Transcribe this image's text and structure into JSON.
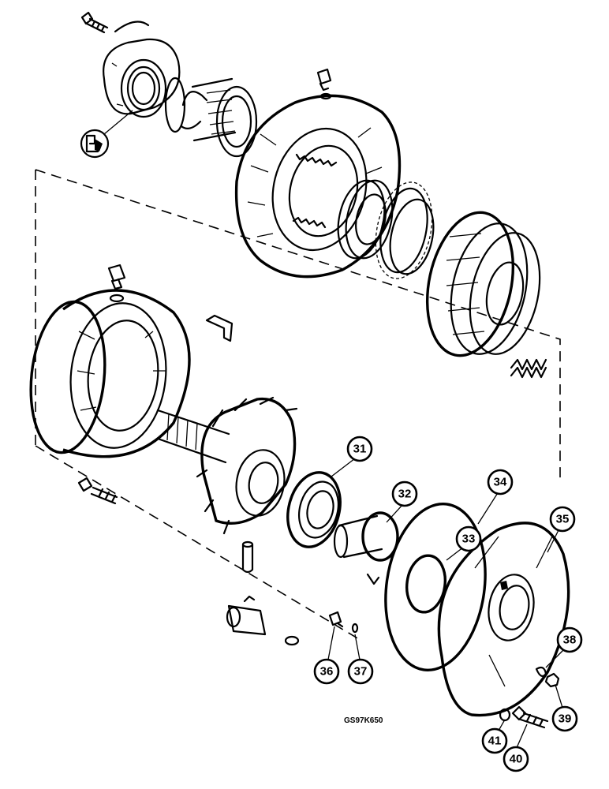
{
  "image_code": "GS97K650",
  "symbol": {
    "name": "seal-kit-symbol"
  },
  "callouts": [
    {
      "num": "31",
      "part": "bearing"
    },
    {
      "num": "32",
      "part": "sleeve"
    },
    {
      "num": "33",
      "part": "o-ring-small"
    },
    {
      "num": "34",
      "part": "o-ring-large"
    },
    {
      "num": "35",
      "part": "cover"
    },
    {
      "num": "36",
      "part": "plug"
    },
    {
      "num": "37",
      "part": "seal-ring"
    },
    {
      "num": "38",
      "part": "washer"
    },
    {
      "num": "39",
      "part": "nut"
    },
    {
      "num": "40",
      "part": "bolt"
    },
    {
      "num": "41",
      "part": "lock-washer"
    }
  ]
}
